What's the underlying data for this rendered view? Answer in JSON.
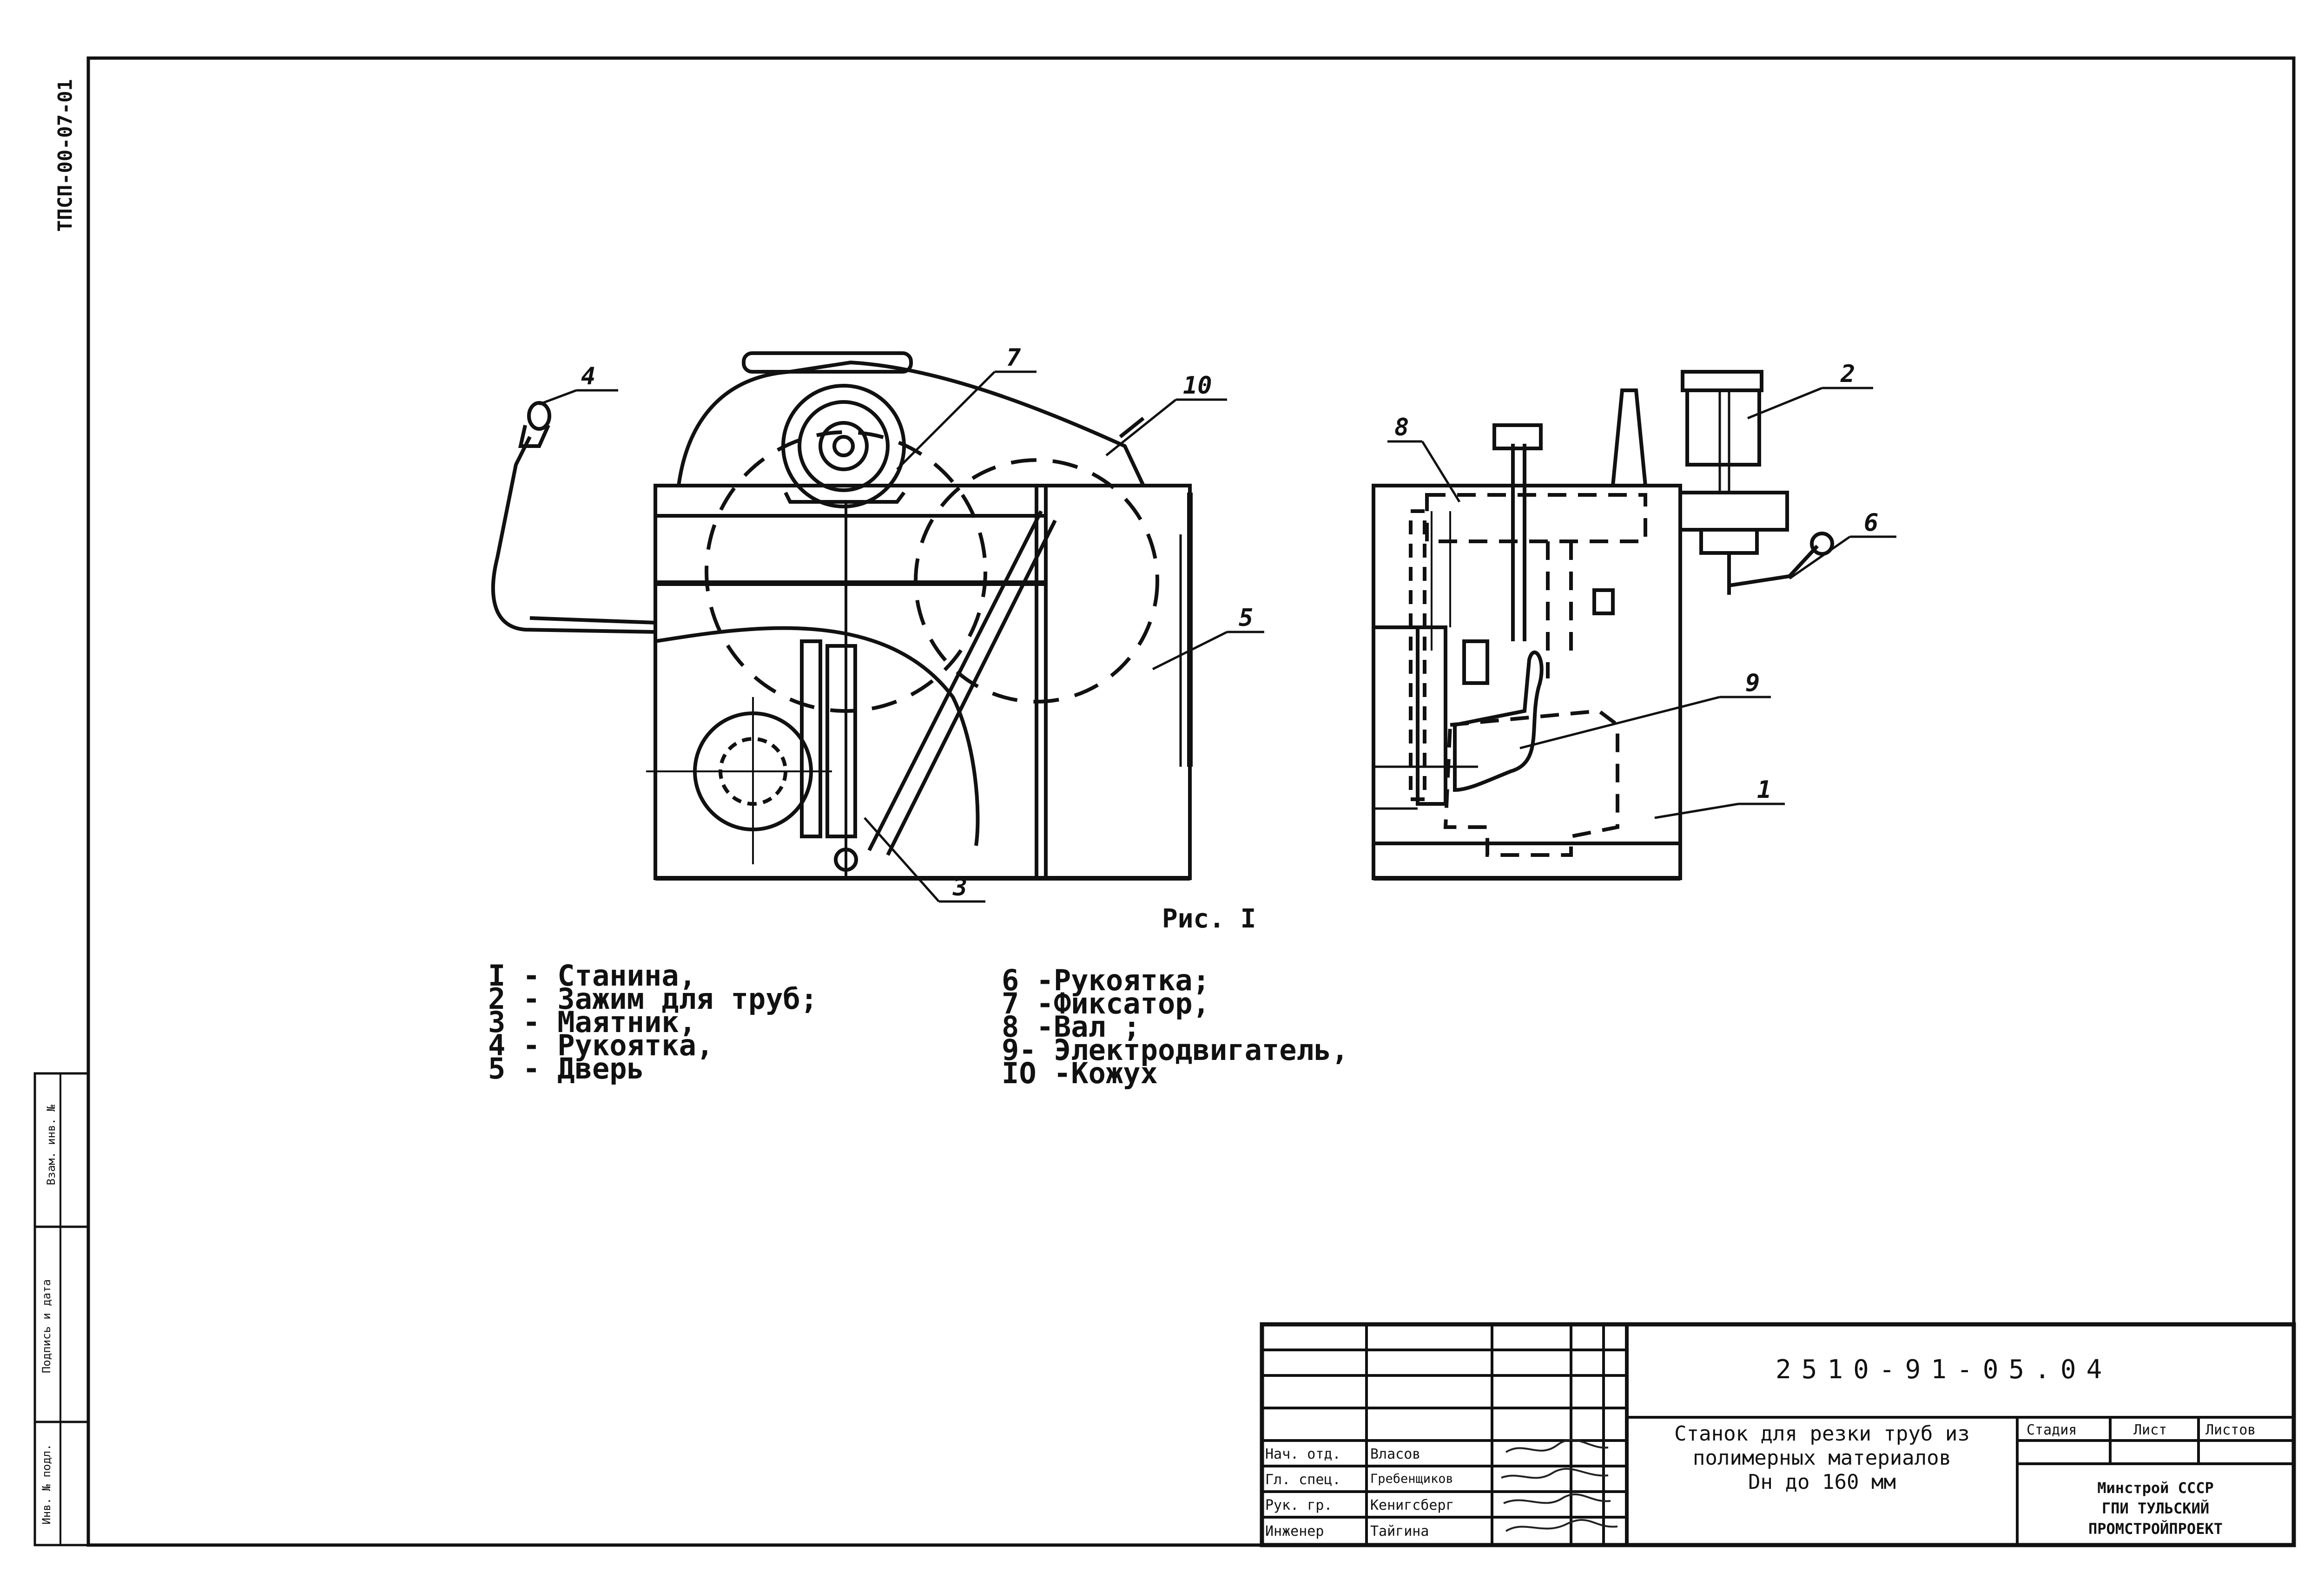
{
  "sheet": {
    "side_code": "ТПСП-00-07-01",
    "document_code": "2510-91-05.04",
    "figure_caption": "Рис. I"
  },
  "callouts": [
    "4",
    "7",
    "10",
    "5",
    "3",
    "8",
    "2",
    "6",
    "9",
    "1"
  ],
  "legend": {
    "left": [
      "I - Станина,",
      "2 - Зажим для труб;",
      "3 - Маятник,",
      "4 - Рукоятка,",
      "5 - Дверь"
    ],
    "right": [
      "6 -Рукоятка;",
      "7 -Фиксатор,",
      "8 -Вал ;",
      "9- Электродвигатель,",
      "IO -Кожух"
    ]
  },
  "title_block": {
    "rows": [
      {
        "role": "Нач. отд.",
        "name": "Власов"
      },
      {
        "role": "Гл. спец.",
        "name": "Гребенщиков"
      },
      {
        "role": "Рук. гр.",
        "name": "Кенигсберг"
      },
      {
        "role": "Инженер",
        "name": "Тайгина"
      }
    ],
    "title_lines": [
      "Станок для резки труб из",
      "полимерных материалов",
      "Dн до 160 мм"
    ],
    "stage_headers": [
      "Стадия",
      "Лист",
      "Листов"
    ],
    "org_lines": [
      "Минстрой СССР",
      "ГПИ ТУЛЬСКИЙ",
      "ПРОМСТРОЙПРОЕКТ"
    ]
  },
  "left_strip": {
    "labels": [
      "Взам. инв. №",
      "Подпись и дата",
      "Инв. № подл."
    ]
  }
}
